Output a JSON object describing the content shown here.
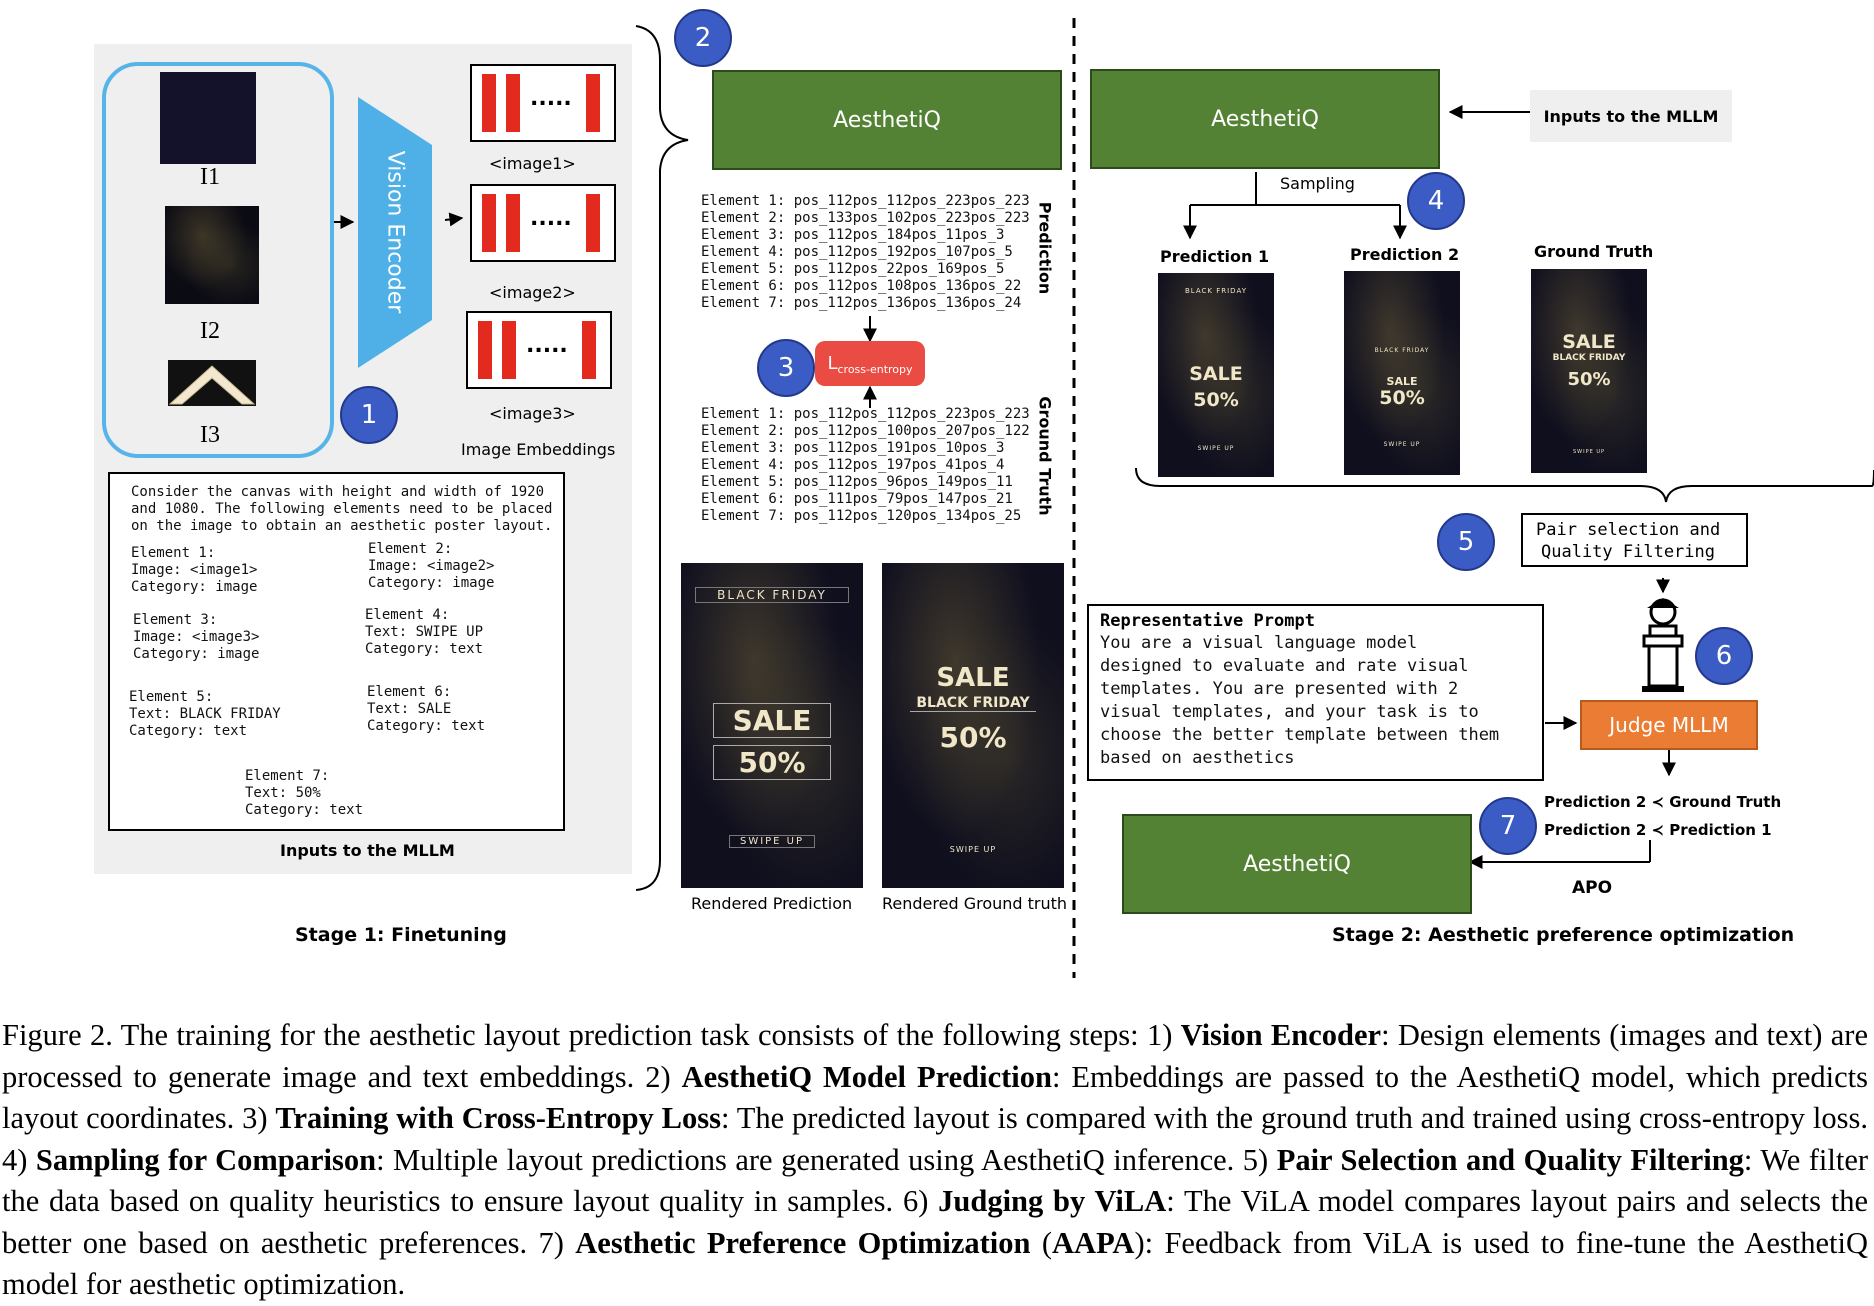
{
  "stage1": {
    "image_labels": [
      "I1",
      "I2",
      "I3"
    ],
    "vision_encoder": "Vision Encoder",
    "embedding_labels": [
      "<image1>",
      "<image2>",
      "<image3>"
    ],
    "embedding_dots": ".....",
    "image_embeddings": "Image Embeddings",
    "prompt_header": [
      "Consider the canvas with height and width of 1920",
      "and 1080. The following elements need to be placed",
      "on the image to obtain an aesthetic poster layout."
    ],
    "elements": [
      {
        "lines": [
          "Element 1:",
          "Image: <image1>",
          "Category: image"
        ]
      },
      {
        "lines": [
          "Element 2:",
          "Image: <image2>",
          "Category: image"
        ]
      },
      {
        "lines": [
          "Element 3:",
          "Image: <image3>",
          "Category: image"
        ]
      },
      {
        "lines": [
          "Element 4:",
          "Text: SWIPE UP",
          "Category: text"
        ]
      },
      {
        "lines": [
          "Element 5:",
          "Text: BLACK FRIDAY",
          "Category: text"
        ]
      },
      {
        "lines": [
          "Element 6:",
          "Text: SALE",
          "Category: text"
        ]
      },
      {
        "lines": [
          "Element 7:",
          "Text: 50%",
          "Category: text"
        ]
      }
    ],
    "inputs_label": "Inputs to the MLLM",
    "stage_title": "Stage 1: Finetuning"
  },
  "center": {
    "model_name": "AesthetiQ",
    "prediction_lines": [
      "Element 1: pos_112pos_112pos_223pos_223",
      "Element 2: pos_133pos_102pos_223pos_223",
      "Element 3: pos_112pos_184pos_11pos_3",
      "Element 4: pos_112pos_192pos_107pos_5",
      "Element 5: pos_112pos_22pos_169pos_5",
      "Element 6: pos_112pos_108pos_136pos_22",
      "Element 7: pos_112pos_136pos_136pos_24"
    ],
    "prediction_label": "Prediction",
    "loss_label": "L",
    "loss_subscript": "cross-entropy",
    "gt_lines": [
      "Element 1: pos_112pos_112pos_223pos_223",
      "Element 2: pos_112pos_100pos_207pos_122",
      "Element 3: pos_112pos_191pos_10pos_3",
      "Element 4: pos_112pos_197pos_41pos_4",
      "Element 5: pos_112pos_96pos_149pos_11",
      "Element 6: pos_111pos_79pos_147pos_21",
      "Element 7: pos_112pos_120pos_134pos_25"
    ],
    "gt_label": "Ground Truth",
    "rendered_prediction": "Rendered Prediction",
    "rendered_gt": "Rendered Ground truth"
  },
  "poster_text": {
    "black_friday": "BLACK FRIDAY",
    "sale": "SALE",
    "pct": "50%",
    "swipe_up": "SWIPE UP"
  },
  "stage2": {
    "model_name": "AesthetiQ",
    "inputs_label": "Inputs to the MLLM",
    "sampling": "Sampling",
    "prediction1": "Prediction 1",
    "prediction2": "Prediction 2",
    "ground_truth": "Ground Truth",
    "pair_selection": [
      "Pair selection and",
      "Quality Filtering"
    ],
    "prompt_title": "Representative Prompt",
    "prompt_lines": [
      "You are a visual language model",
      "designed to evaluate and rate visual",
      "templates. You are presented with 2",
      "visual templates, and your task is to",
      "choose the better template between them",
      "based on aesthetics"
    ],
    "judge": "Judge MLLM",
    "pref1": "Prediction 2 ≺ Ground Truth",
    "pref2": "Prediction 2 ≺ Prediction 1",
    "apo": "APO",
    "stage_title": "Stage 2: Aesthetic preference optimization"
  },
  "steps": [
    "1",
    "2",
    "3",
    "4",
    "5",
    "6",
    "7"
  ],
  "colors": {
    "model_green": "#548235",
    "step_blue": "#3a5cc4",
    "loss_red": "#ea4b43",
    "judge_orange": "#ea7c33",
    "encoder_blue": "#4eb0e6",
    "embedding_red": "#e32a1e"
  },
  "caption": {
    "intro": "Figure 2. The training for the aesthetic layout prediction task consists of the following steps: 1) ",
    "s1_title": "Vision Encoder",
    "s1_text": ": Design elements (images and text) are processed to generate image and text embeddings. 2) ",
    "s2_title": "AesthetiQ Model Prediction",
    "s2_text": ": Embeddings are passed to the AesthetiQ model, which predicts layout coordinates. 3) ",
    "s3_title": "Training with Cross-Entropy Loss",
    "s3_text": ": The predicted layout is compared with the ground truth and trained using cross-entropy loss. 4) ",
    "s4_title": "Sampling for Comparison",
    "s4_text": ": Multiple layout predictions are generated using AesthetiQ inference. 5) ",
    "s5_title": "Pair Selection and Quality Filtering",
    "s5_text": ": We filter the data based on quality heuristics to ensure layout quality in samples. 6) ",
    "s6_title": "Judging by ViLA",
    "s6_text": ": The ViLA model compares layout pairs and selects the better one based on aesthetic preferences. 7) ",
    "s7_title": "Aesthetic Preference Optimization",
    "s7_mid": " (",
    "s7_abbr": "AAPA",
    "s7_text": "): Feedback from ViLA is used to fine-tune the AesthetiQ model for aesthetic optimization."
  }
}
